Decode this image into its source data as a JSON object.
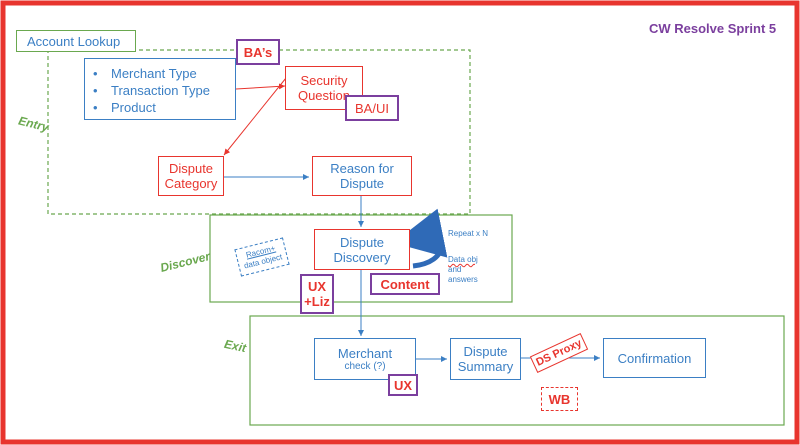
{
  "title": "CW Resolve Sprint 5",
  "sections": {
    "account_lookup": "Account Lookup",
    "entry": "Entry",
    "discover": "Discover",
    "exit": "Exit"
  },
  "nodes": {
    "criteria": [
      "Merchant Type",
      "Transaction Type",
      "Product"
    ],
    "security_question_1": "Security",
    "security_question_2": "Question",
    "dispute_category_1": "Dispute",
    "dispute_category_2": "Category",
    "reason_for_dispute_1": "Reason for",
    "reason_for_dispute_2": "Dispute",
    "dispute_discovery_1": "Dispute",
    "dispute_discovery_2": "Discovery",
    "merchant_check_1": "Merchant",
    "merchant_check_2": "check (?)",
    "dispute_summary_1": "Dispute",
    "dispute_summary_2": "Summary",
    "confirmation": "Confirmation"
  },
  "tags": {
    "bas": "BA’s",
    "ba_ui": "BA/UI",
    "ux_liz_1": "UX",
    "ux_liz_2": "+Liz",
    "content": "Content",
    "ux": "UX",
    "ds_proxy": "DS Proxy",
    "wb": "WB"
  },
  "notes": {
    "racom_1": "Racom+",
    "racom_2": "data object",
    "repeat": "Repeat x N",
    "data_obj_1": "Data obj",
    "data_obj_2": "and",
    "data_obj_3": "answers"
  },
  "colors": {
    "frame": "#e8352e",
    "green": "#6aa84f",
    "blue": "#3b7fc4",
    "red": "#e8352e",
    "purple": "#7b3f9e"
  }
}
